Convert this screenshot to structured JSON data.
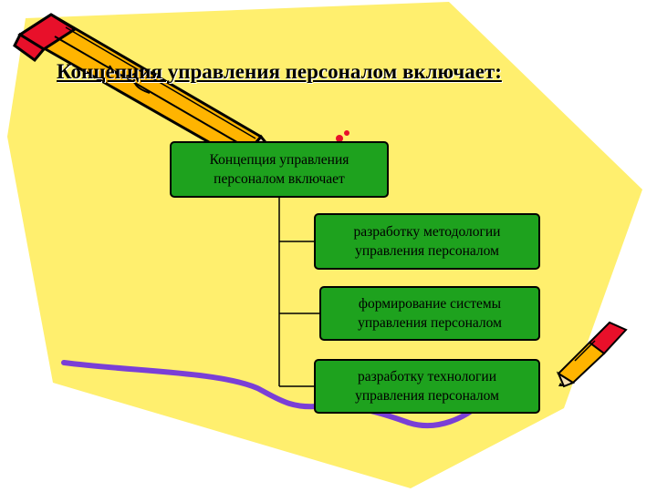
{
  "title": "Концепция управления персоналом включает:",
  "root": {
    "line1": "Концепция управления",
    "line2": "персоналом включает"
  },
  "children": [
    {
      "line1": "разработку методологии",
      "line2": "управления персоналом"
    },
    {
      "line1": "формирование системы",
      "line2": "управления персоналом"
    },
    {
      "line1": "разработку технологии",
      "line2": "управления персоналом"
    }
  ],
  "colors": {
    "background_paper": "#ffef6e",
    "node_fill": "#1ea21e",
    "pencil_body": "#ffb400",
    "pencil_eraser": "#e8102a",
    "scribble": "#7a3fd6"
  },
  "icons": [
    "pencil-icon",
    "small-pencil-icon"
  ]
}
